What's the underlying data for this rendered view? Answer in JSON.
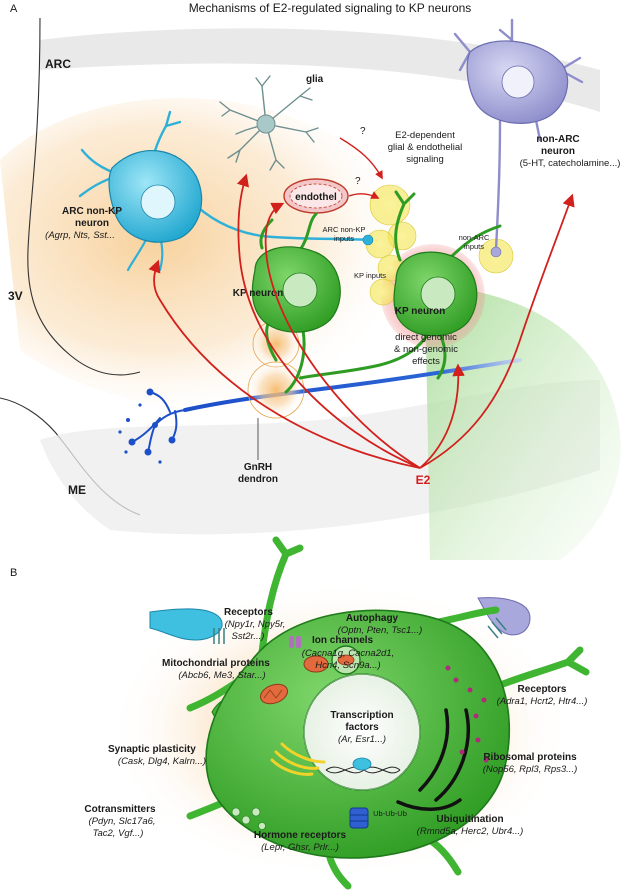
{
  "figure": {
    "title": "Mechanisms of E2-regulated signaling to KP neurons",
    "panel_a_label": "A",
    "panel_b_label": "B",
    "colors": {
      "kp_neuron": "#3fb532",
      "kp_outline": "#1e7a1a",
      "arc_nonkp": "#3fc0e0",
      "non_arc": "#a8a8dc",
      "glia": "#8fb8b8",
      "gnrh": "#2f5fd0",
      "e2_red": "#d2201c",
      "highlight_yellow": "#f6e95a",
      "highlight_orange": "#f3c06a",
      "halo_red": "#f08080"
    }
  },
  "panel_a": {
    "region_arc": "ARC",
    "region_3v": "3V",
    "region_me": "ME",
    "glia": "glia",
    "endothel": "endothel",
    "question_mark": "?",
    "glial_signaling": [
      "E2-dependent",
      "glial & endothelial",
      "signaling"
    ],
    "arc_nonkp_title": [
      "ARC non-KP",
      "neuron"
    ],
    "arc_nonkp_genes": "(Agrp, Nts, Sst...",
    "nonarc_title": [
      "non-ARC",
      "neuron"
    ],
    "nonarc_genes": "(5-HT, catecholamine...)",
    "kp_neuron_left": "KP neuron",
    "kp_neuron_right": "KP neuron",
    "arc_nonkp_inputs": [
      "ARC non-KP",
      "inputs"
    ],
    "nonarc_inputs": [
      "non-ARC",
      "inputs"
    ],
    "kp_inputs": "KP inputs",
    "direct_effects": [
      "direct genomic",
      "& non-genomic",
      "effects"
    ],
    "gnrh": [
      "GnRH",
      "dendron"
    ],
    "e2": "E2"
  },
  "panel_b": {
    "ion_channels": {
      "title": "Ion channels",
      "genes": [
        "(Cacna1g, Cacna2d1,",
        "Hcn4, Scn9a...)"
      ]
    },
    "receptors_left": {
      "title": "Receptors",
      "genes": [
        "(Npy1r, Npy5r,",
        "Sst2r...)"
      ]
    },
    "autophagy": {
      "title": "Autophagy",
      "genes": [
        "(Optn, Pten, Tsc1...)"
      ]
    },
    "mitochondrial": {
      "title": "Mitochondrial proteins",
      "genes": [
        "(Abcb6, Me3, Star...)"
      ]
    },
    "receptors_right": {
      "title": "Receptors",
      "genes": [
        "(Adra1, Hcrt2, Htr4...)"
      ]
    },
    "transcription": {
      "title": [
        "Transcription",
        "factors"
      ],
      "genes": [
        "(Ar, Esr1...)"
      ]
    },
    "synaptic": {
      "title": "Synaptic plasticity",
      "genes": [
        "(Cask, Dlg4, Kalrn...)"
      ]
    },
    "ribosomal": {
      "title": "Ribosomal proteins",
      "genes": [
        "(Nop56, Rpl3, Rps3...)"
      ]
    },
    "cotransmitters": {
      "title": "Cotransmitters",
      "genes": [
        "(Pdyn, Slc17a6,",
        "Tac2, Vgf...)"
      ]
    },
    "hormone": {
      "title": "Hormone receptors",
      "genes": [
        "(Lepr, Ghsr, Prlr...)"
      ]
    },
    "ubiquitination": {
      "title": "Ubiquitination",
      "genes": [
        "(Rmnd5a, Herc2, Ubr4...)"
      ]
    },
    "ub_chain": "Ub-Ub-Ub"
  }
}
